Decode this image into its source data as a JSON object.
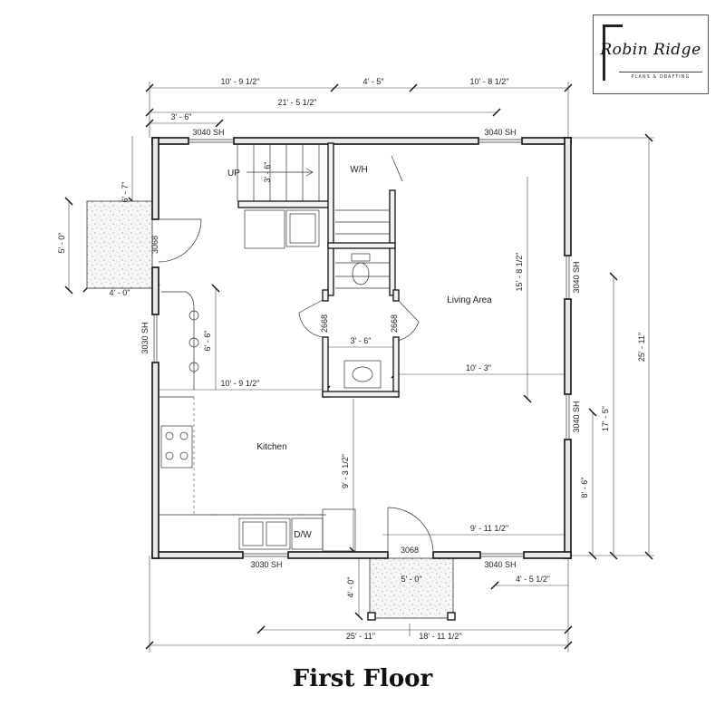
{
  "title": "First Floor",
  "logo": {
    "brand": "Robin Ridge",
    "tagline": "PLANS & DRAFTING"
  },
  "rooms": {
    "living": "Living Area",
    "kitchen": "Kitchen",
    "wh": "W/H",
    "dw": "D/W",
    "up": "UP"
  },
  "windows": {
    "top_left": "3040 SH",
    "top_right": "3040 SH",
    "right_upper": "3040 SH",
    "right_lower": "3040 SH",
    "left": "3030 SH",
    "bottom_left": "3030 SH",
    "bottom_right": "3040 SH"
  },
  "doors": {
    "left": "3068",
    "bottom": "3068",
    "hall_left": "2668",
    "hall_right": "2668"
  },
  "dimensions": {
    "top_seg1": "10' - 9 1/2\"",
    "top_seg2": "4' - 5\"",
    "top_seg3": "10' - 8 1/2\"",
    "top_mid": "21' - 5 1/2\"",
    "top_small": "3' - 6\"",
    "stair": "3' - 6\"",
    "porch_left_h": "6' - 7\"",
    "porch_left_depth": "5' - 0\"",
    "porch_left_w": "4' - 0\"",
    "counter": "6' - 6\"",
    "living_h": "15' - 8 1/2\"",
    "hall_w": "3' - 6\"",
    "kitchen_w": "10' - 9 1/2\"",
    "living_w": "10' - 3\"",
    "kitchen_h": "9' - 3 1/2\"",
    "bottom_right_run": "9' - 11 1/2\"",
    "right_total": "25' - 11\"",
    "right_upper": "17' - 5\"",
    "right_lower": "8' - 6\"",
    "porch_bottom_w": "5' - 0\"",
    "porch_bottom_depth": "4' - 0\"",
    "porch_bottom_offset": "4' - 5 1/2\"",
    "bottom_total": "25' - 11\"",
    "bottom_right": "18' - 11 1/2\""
  }
}
